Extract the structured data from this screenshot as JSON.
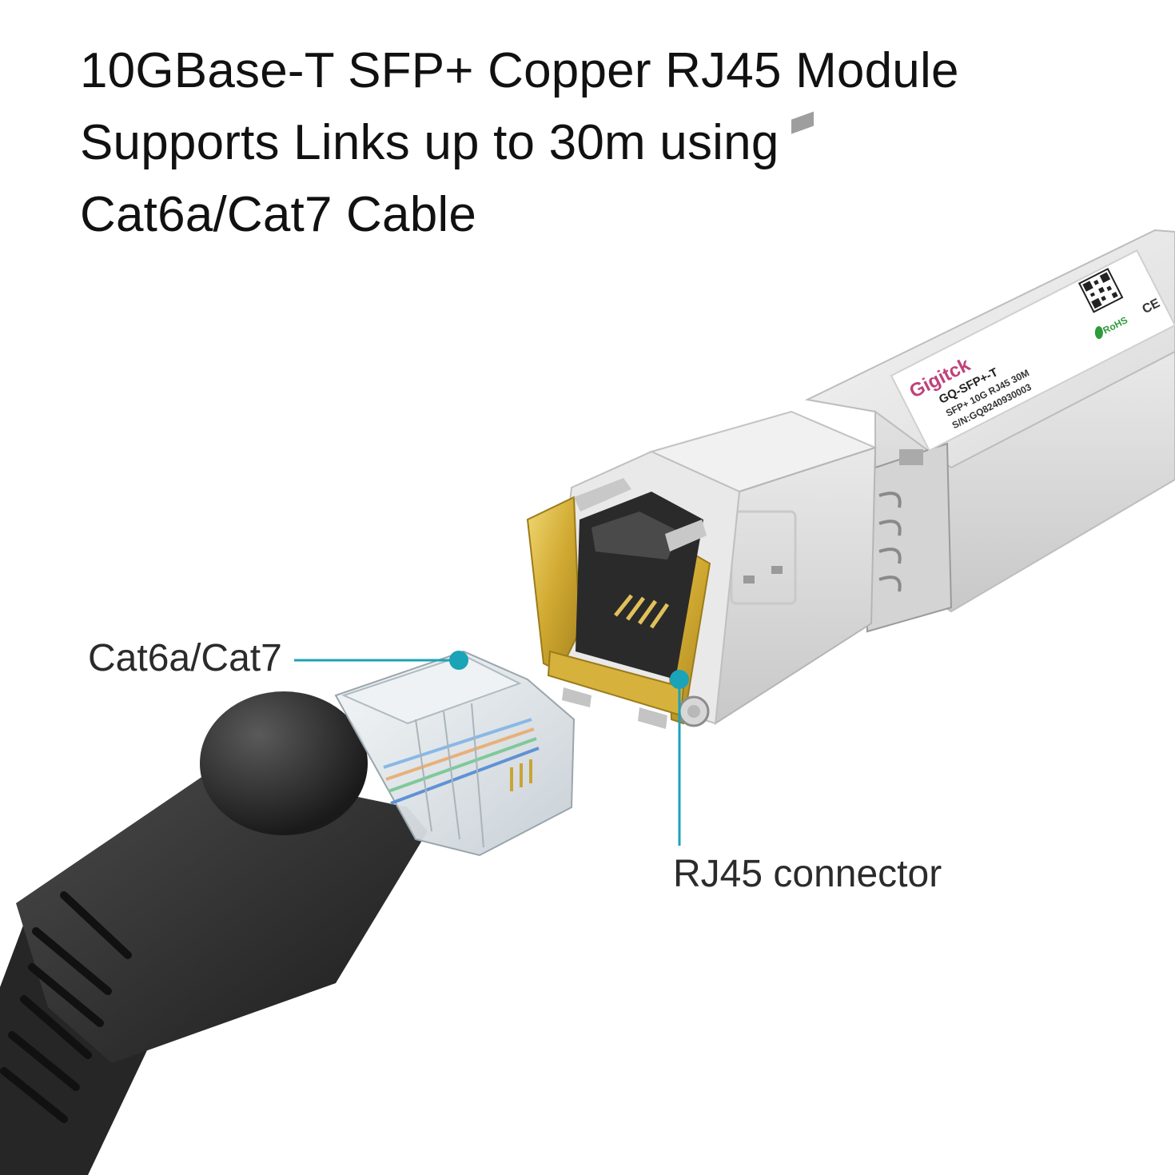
{
  "headline": {
    "line1": "10GBase-T SFP+ Copper RJ45 Module",
    "line2": "Supports Links up to 30m using",
    "line3": "Cat6a/Cat7 Cable"
  },
  "callouts": {
    "cable": "Cat6a/Cat7",
    "connector": "RJ45 connector"
  },
  "module_label": {
    "brand": "Gigitck",
    "model": "GQ-SFP+-T",
    "spec": "SFP+ 10G RJ45 30M",
    "serial": "S/N:GQ8240930003",
    "rohs": "RoHS",
    "ce": "CE"
  },
  "colors": {
    "accent": "#1ba3b8",
    "gold": "#d8b43c",
    "metal": "#e4e4e4",
    "boot": "#2c2c2c",
    "brand": "#c0427a",
    "rohs": "#2e9a3a"
  },
  "icons": {
    "qr": "qr-code-icon",
    "rohs": "rohs-leaf-icon",
    "ce": "ce-mark-icon"
  }
}
